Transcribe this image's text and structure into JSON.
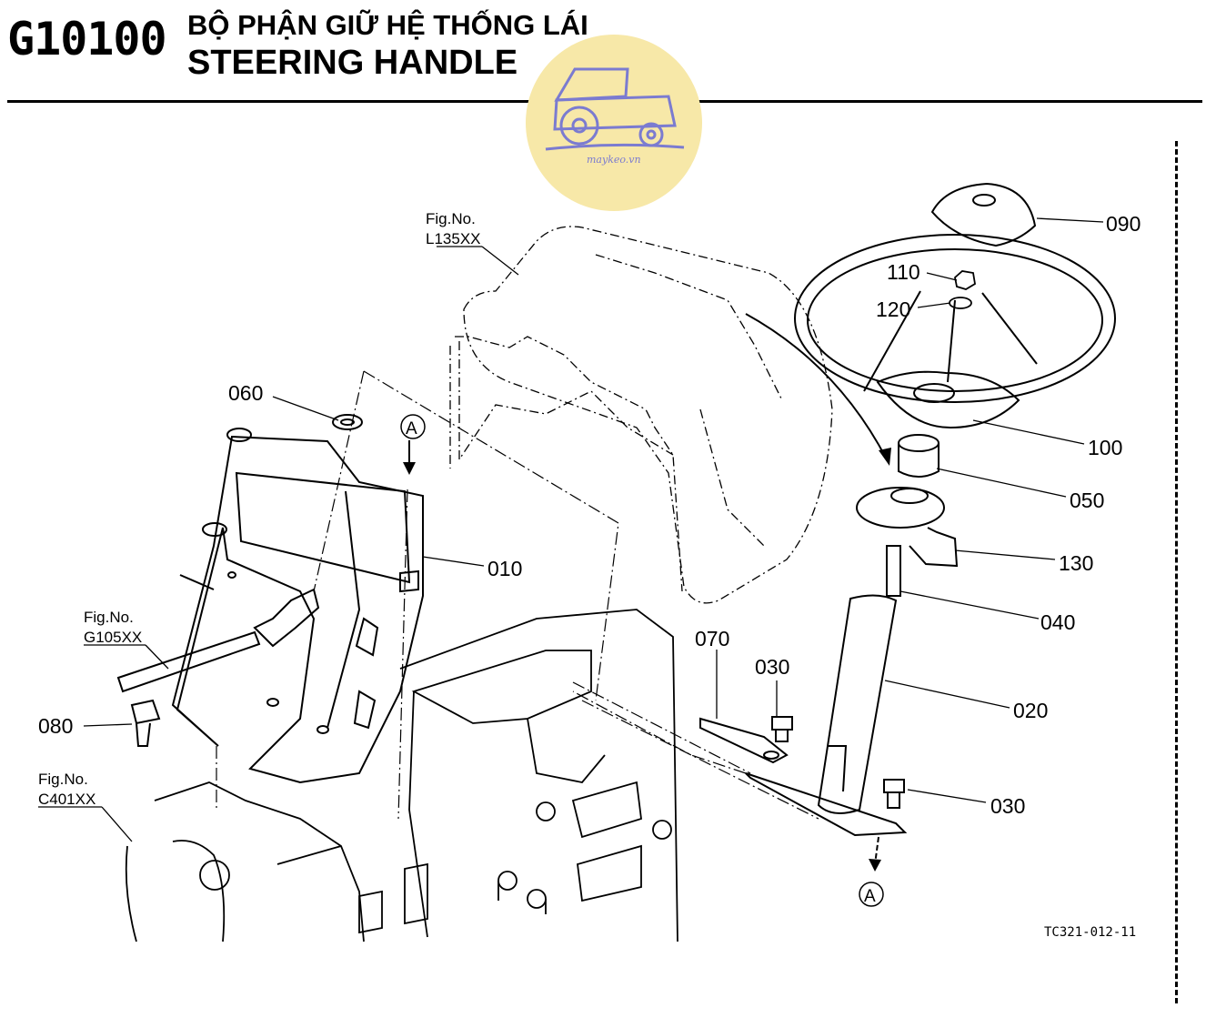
{
  "header": {
    "code": "G10100",
    "title_vi": "BỘ PHẬN GIỮ HỆ THỐNG LÁI",
    "title_en": "STEERING HANDLE"
  },
  "watermark": {
    "text": "maykeo.vn",
    "color": "#f7e8a8",
    "icon_color": "#7b7bd0"
  },
  "figure_refs": {
    "cover": {
      "label": "Fig.No.",
      "code": "L135XX"
    },
    "shaft": {
      "label": "Fig.No.",
      "code": "G105XX"
    },
    "housing": {
      "label": "Fig.No.",
      "code": "C401XX"
    }
  },
  "parts": {
    "p090": "090",
    "p110": "110",
    "p120": "120",
    "p100": "100",
    "p050": "050",
    "p130": "130",
    "p040": "040",
    "p020": "020",
    "p030a": "030",
    "p030b": "030",
    "p070": "070",
    "p060": "060",
    "p010": "010",
    "p080": "080"
  },
  "markers": {
    "a_top": "A",
    "a_bottom": "A"
  },
  "drawing_id": "TC321-012-11"
}
